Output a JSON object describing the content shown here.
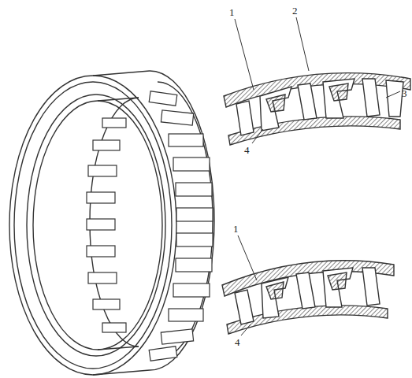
{
  "diagram": {
    "labels": [
      "1",
      "2",
      "3",
      "4",
      "1",
      "4"
    ]
  }
}
